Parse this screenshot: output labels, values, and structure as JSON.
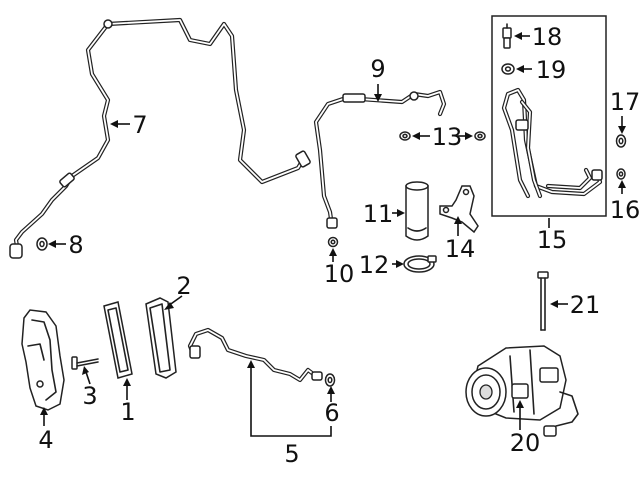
{
  "callouts": {
    "c1": "1",
    "c2": "2",
    "c3": "3",
    "c4": "4",
    "c5": "5",
    "c6": "6",
    "c7": "7",
    "c8": "8",
    "c9": "9",
    "c10": "10",
    "c11": "11",
    "c12": "12",
    "c13": "13",
    "c14": "14",
    "c15": "15",
    "c16": "16",
    "c17": "17",
    "c18": "18",
    "c19": "19",
    "c20": "20",
    "c21": "21"
  },
  "colors": {
    "line": "#222222",
    "background": "#ffffff"
  }
}
